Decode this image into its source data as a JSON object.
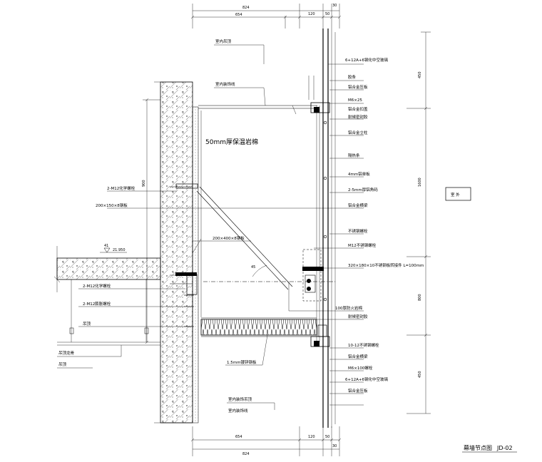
{
  "title_block": {
    "drawing_title": "幕墙节点图",
    "drawing_number": "JD-02"
  },
  "dimensions": {
    "top": [
      "654",
      "824",
      "120",
      "50",
      "30"
    ],
    "bottom": [
      "654",
      "824",
      "120",
      "50",
      "30"
    ],
    "left": [
      "900"
    ],
    "right": [
      "450",
      "1600",
      "800",
      "450"
    ]
  },
  "annotations": {
    "insulation_board": "50mm厚保温岩棉",
    "fireproof_strip": "1.5mm镀锌钢板",
    "floor_level": "21.950",
    "floor_mark": "41",
    "angle": "45",
    "legend_box": "室 外",
    "callouts_left": [
      "室内吊顶",
      "室内装饰线",
      "2-M12化学螺栓",
      "200×150×8钢板",
      "200×400×8钢板",
      "2-M12化学螺栓",
      "2-M12膨胀螺栓",
      "吊顶",
      "吊顶龙骨",
      "吊顶"
    ],
    "callouts_right": [
      "6+12A+6钢化中空玻璃",
      "胶条",
      "铝合金压板",
      "M6×25",
      "铝合金扣盖",
      "耐候密封胶",
      "铝合金立柱",
      "隔热条",
      "4mm铝单板",
      "2-5mm厚铝角码",
      "铝合金横梁",
      "不锈钢螺栓",
      "M12不锈钢螺栓",
      "320×180×10不锈钢板转接件 L=100mm",
      "100厚防火岩棉",
      "耐候密封胶",
      "10-12不锈钢螺栓",
      "铝合金横梁",
      "M6×100螺栓",
      "6+12A+6钢化中空玻璃",
      "铝合金压板"
    ],
    "callouts_bottom": [
      "室内装饰吊顶",
      "室内装饰线"
    ]
  }
}
